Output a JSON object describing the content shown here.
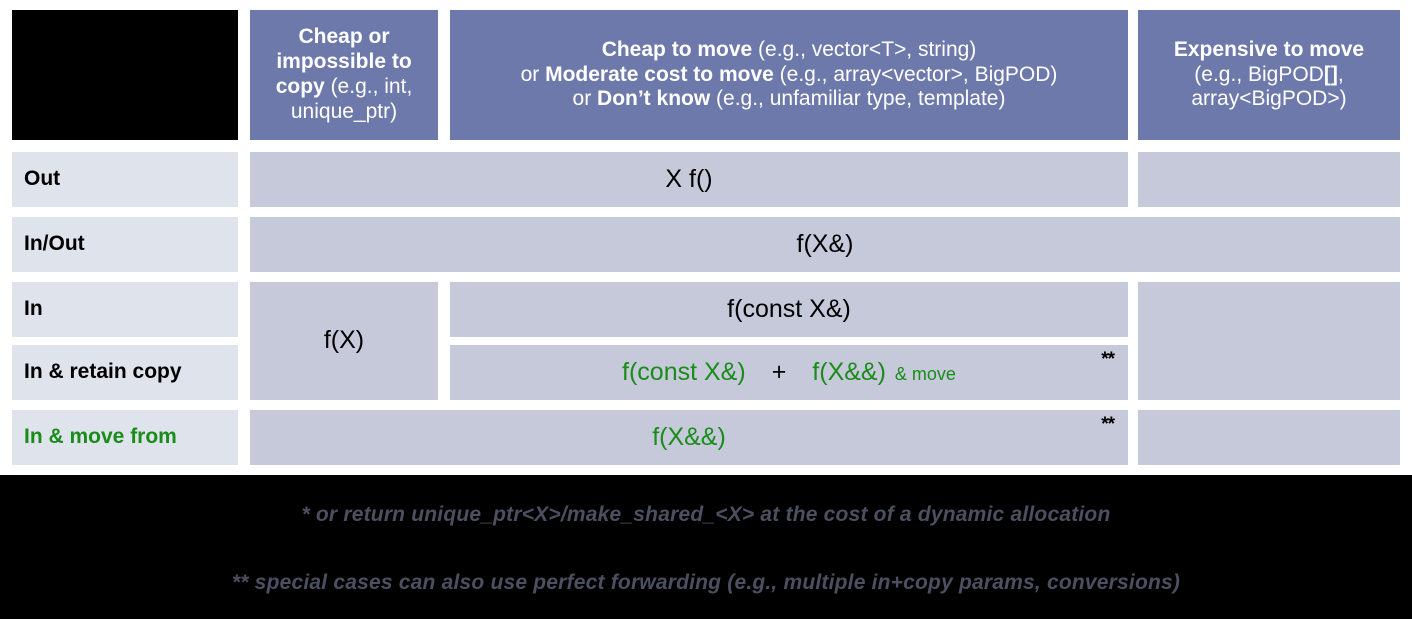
{
  "title_cell": {
    "type": "blank-black-box"
  },
  "headers": [
    {
      "id": "cheap-or-impossible-to-copy",
      "line1_strong": "Cheap or",
      "line2_strong": "impossible to",
      "line3_strong": "copy",
      "line3_rest": " (e.g., int,",
      "line4_rest": "unique_ptr)"
    },
    {
      "id": "cheap-to-move",
      "l1_strong": "Cheap to move",
      "l1_rest": " (e.g., vector<T>, string)",
      "l2_pre": "or ",
      "l2_strong": "Moderate cost to move",
      "l2_rest": " (e.g., array<vector>, BigPOD)",
      "l3_pre": "or ",
      "l3_strong": "Don’t know",
      "l3_rest": " (e.g., unfamiliar type, template)"
    },
    {
      "id": "expensive-to-move",
      "l1_strong": "Expensive to move",
      "l2_pre": "(e.g., BigPOD",
      "l2_strong": "[]",
      "l2_post": ",",
      "l3": "array<BigPOD>)"
    }
  ],
  "rows": [
    {
      "id": "out",
      "label": "Out",
      "green": false
    },
    {
      "id": "in-out",
      "label": "In/Out",
      "green": false
    },
    {
      "id": "in",
      "label": "In",
      "green": false
    },
    {
      "id": "in-retain-copy",
      "label": "In & retain copy",
      "green": false
    },
    {
      "id": "in-move-from",
      "label": "In & move from",
      "green": true
    }
  ],
  "cells": {
    "out_signature": "X f()",
    "inout_signature": "f(X&)",
    "in_cheapcopy_signature": "f(X)",
    "in_signature": "f(const X&)",
    "retain_copy_part1": "f(const X&)",
    "retain_copy_plus": "+",
    "retain_copy_part2": "f(X&&)",
    "retain_copy_suffix": "& move",
    "retain_copy_footmark": "**",
    "move_from_signature": "f(X&&)",
    "move_from_footmark": "**"
  },
  "footnotes": [
    "* or return unique_ptr<X>/make_shared_<X> at the cost of a dynamic allocation",
    "** special cases can also use perfect forwarding (e.g., multiple in+copy params, conversions)"
  ],
  "colors": {
    "header_blue": "#6d79ab",
    "row_label_gray": "#dfe3ec",
    "body_cell_gray": "#c5c9da",
    "accent_green": "#1a8c1a",
    "footer_black": "#000000",
    "footnote_text": "#4b4f60"
  }
}
